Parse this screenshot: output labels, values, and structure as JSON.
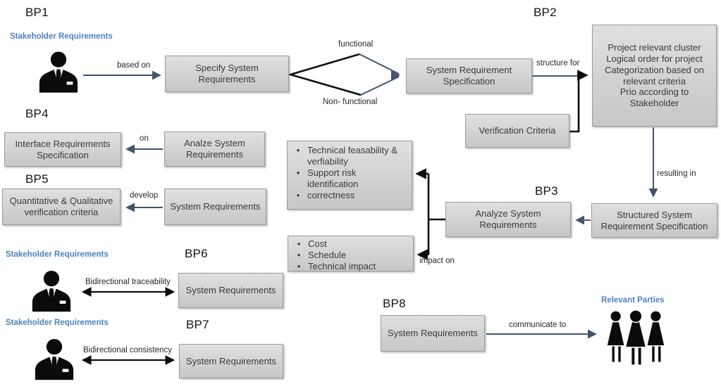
{
  "bp1": {
    "label": "BP1",
    "stakeholder_label": "Stakeholder Requirements",
    "based_on": "based on",
    "specify_box": "Specify System Requirements",
    "functional": "functional",
    "non_functional": "Non- functional",
    "srs_box": "System Requirement Specification"
  },
  "bp2": {
    "label": "BP2",
    "structure_for": "structure for",
    "cluster_box": "Project relevant cluster\nLogical order for project\nCategorization based on relevant criteria\nPrio according to Stakeholder",
    "verification_box": "Verification Criteria",
    "resulting_in": "resulting in",
    "structured_box": "Structured System Requirement Specification"
  },
  "bp3": {
    "label": "BP3",
    "analyze_box": "Analyze System Requirements",
    "impact_on": "impact on",
    "quality_items": [
      "Technical feasability & verfiability",
      "Support risk identification",
      "correctness"
    ],
    "impact_items": [
      "Cost",
      "Schedule",
      "Technical impact"
    ]
  },
  "bp4": {
    "label": "BP4",
    "interface_box": "Interface Requirements Specification",
    "on": "on",
    "analze_box": "Analze System Requirements"
  },
  "bp5": {
    "label": "BP5",
    "criteria_box": "Quantitative & Qualitative verification criteria",
    "develop": "develop",
    "sysreq_box": "System Requirements"
  },
  "bp6": {
    "label": "BP6",
    "stakeholder_label": "Stakeholder Requirements",
    "arrow_label": "Bidirectional traceability",
    "sysreq_box": "System Requirements"
  },
  "bp7": {
    "label": "BP7",
    "stakeholder_label": "Stakeholder Requirements",
    "arrow_label": "Bidirectional consistency",
    "sysreq_box": "System Requirements"
  },
  "bp8": {
    "label": "BP8",
    "sysreq_box": "System Requirements",
    "communicate_to": "communicate to",
    "relevant_parties": "Relevant Parties"
  },
  "icons": {
    "person": "businessman-icon",
    "group": "people-group-icon"
  },
  "colors": {
    "accent_blue": "#4e81bd",
    "arrow_slate": "#44546A",
    "connector_black": "#0d0d0d",
    "box_fill_top": "#e0e0e0",
    "box_fill_bottom": "#c7c7c7",
    "box_border": "#9b9b9b"
  }
}
